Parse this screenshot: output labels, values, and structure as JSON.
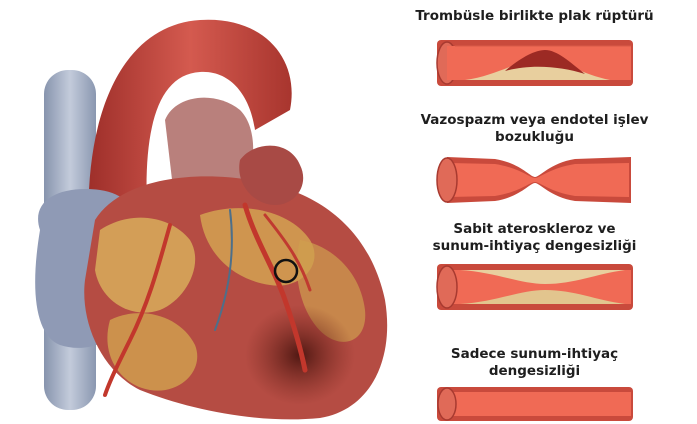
{
  "panels": [
    {
      "id": "plaque-rupture",
      "lines": [
        "Trombüsle birlikte plak rüptürü"
      ]
    },
    {
      "id": "vasospasm",
      "lines": [
        "Vazospazm veya endotel işlev",
        "bozukluğu"
      ]
    },
    {
      "id": "fixed-atherosclerosis",
      "lines": [
        "Sabit ateroskleroz ve",
        "sunum-ihtiyaç dengesizliği"
      ]
    },
    {
      "id": "supply-demand",
      "lines": [
        "Sadece sunum-ihtiyaç",
        "dengesizliği"
      ]
    }
  ],
  "colors": {
    "vessel_wall": "#c94a3c",
    "vessel_lumen": "#f06a55",
    "plaque": "#e8cf9e",
    "thrombus": "#9c2a24",
    "myocardium": "#b84a44",
    "fat": "#d9b15e",
    "aorta": "#c0463f",
    "vena_cava": "#9aa8c0"
  }
}
